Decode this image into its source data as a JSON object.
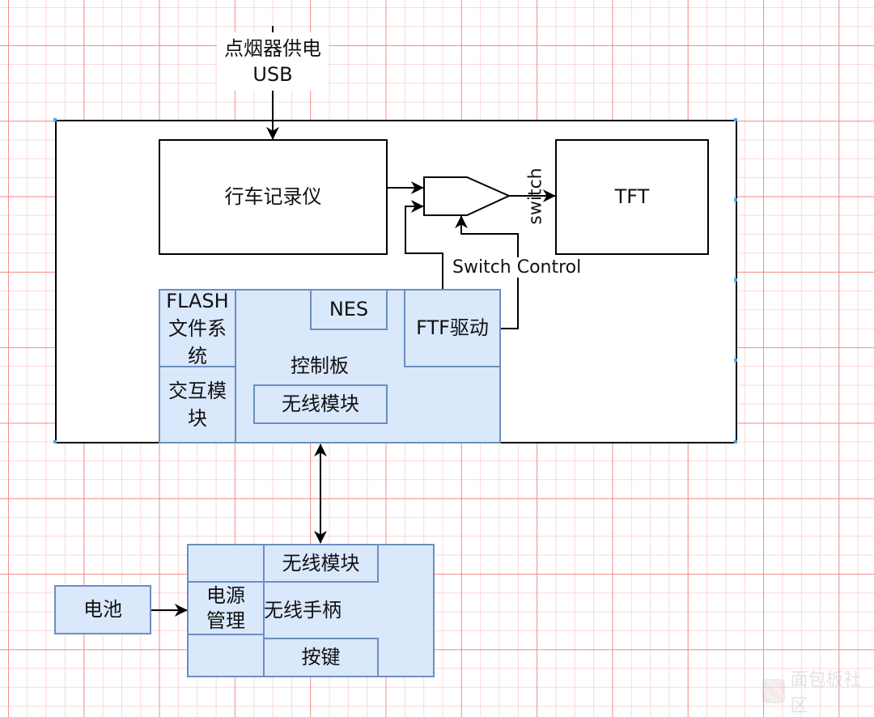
{
  "diagram": {
    "power_input": {
      "line1": "点烟器供电",
      "line2": "USB"
    },
    "main_unit": {
      "dashcam": "行车记录仪",
      "tft": "TFT",
      "switch_label": "switch",
      "switch_control_label": "Switch Control",
      "control_board": {
        "title": "控制板",
        "flash_fs": [
          "FLASH",
          "文件系",
          "统"
        ],
        "interaction": [
          "交互模",
          "块"
        ],
        "nes": "NES",
        "ftf_driver": "FTF驱动",
        "wireless": "无线模块"
      }
    },
    "gamepad": {
      "title": "无线手柄",
      "wireless": "无线模块",
      "power_mgmt": [
        "电源",
        "管理"
      ],
      "keys": "按键"
    },
    "battery": "电池",
    "watermark": "面包板社区"
  },
  "colors": {
    "block_fill": "#dae8fc",
    "block_stroke": "#6c8ebf",
    "grid": "#f07878",
    "line": "#000000"
  }
}
